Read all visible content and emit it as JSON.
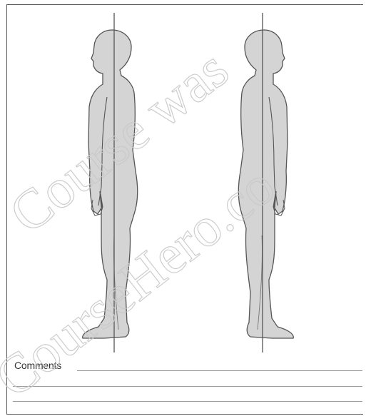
{
  "form": {
    "comments_label": "Comments"
  },
  "figures": [
    {
      "name": "figure-facing-left"
    },
    {
      "name": "figure-facing-right"
    }
  ],
  "watermark": {
    "line1": "Course was",
    "line2": "CourseHero.co"
  },
  "colors": {
    "body_fill": "#d4d4d4",
    "outline": "#555555",
    "plumb_line": "#555555",
    "border": "#555555",
    "watermark": "#c8c8c8"
  }
}
